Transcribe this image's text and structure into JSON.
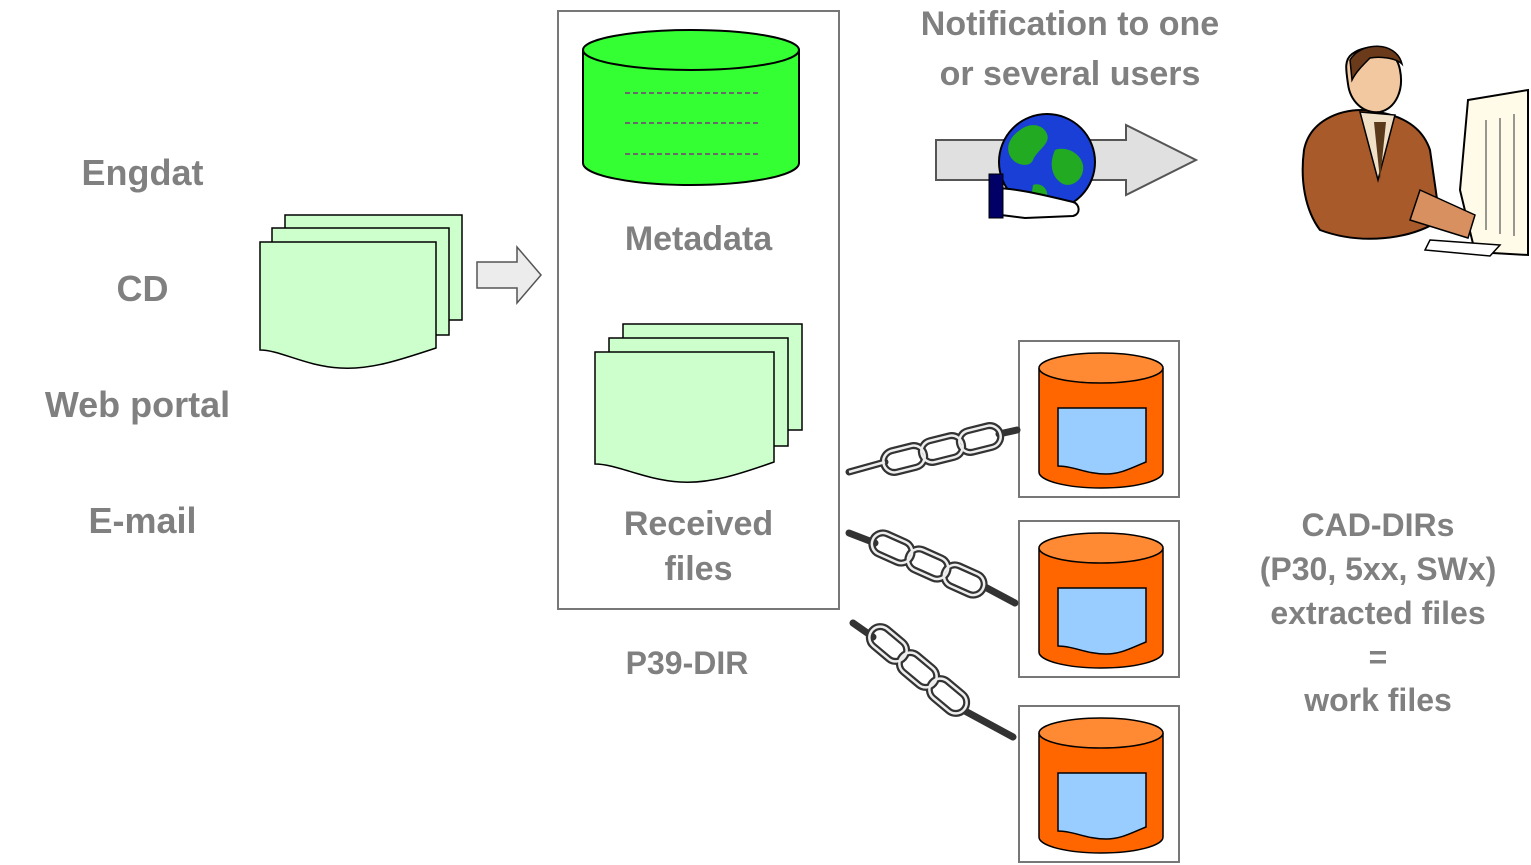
{
  "sources": {
    "items": [
      "Engdat",
      "CD",
      "Web portal",
      "E-mail"
    ]
  },
  "p39": {
    "metadata_label": "Metadata",
    "received_label_line1": "Received",
    "received_label_line2": "files",
    "dir_label": "P39-DIR"
  },
  "notification": {
    "line1": "Notification to one",
    "line2": "or several users"
  },
  "cad": {
    "line1": "CAD-DIRs",
    "line2": "(P30, 5xx, SWx)",
    "line3": "extracted files",
    "line4": "=",
    "line5": "work files"
  },
  "colors": {
    "text_gray": "#808080",
    "metadata_green": "#33ff33",
    "document_green": "#ccffcc",
    "cylinder_orange": "#ff6600",
    "sheet_blue": "#99ccff",
    "arrow_gray": "#d9d9d9"
  },
  "icons": [
    "document-stack-icon",
    "database-icon",
    "globe-icon",
    "user-computer-icon",
    "chain-link-icon",
    "cad-database-icon",
    "arrow-right-icon"
  ]
}
